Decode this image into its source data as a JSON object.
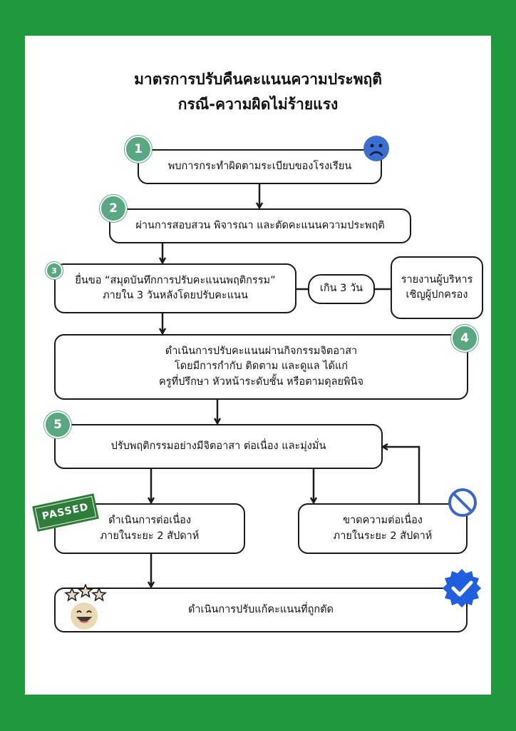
{
  "title": {
    "line1": "มาตรการปรับคืนคะแนนความประพฤติ",
    "line2": "กรณี-ความผิดไม่ร้ายแรง"
  },
  "steps": [
    {
      "number": "1",
      "text": [
        "พบการกระทำผิดตามระเบียบของโรงเรียน"
      ]
    },
    {
      "number": "2",
      "text": [
        "ผ่านการสอบสวน พิจารณา และตัดคะแนนความประพฤติ"
      ]
    },
    {
      "number": "3",
      "text": [
        "ยื่นขอ “สมุดบันทึกการปรับคะแนนพฤติกรรม”",
        "ภายใน 3 วันหลังโดยปรับคะแนน"
      ]
    },
    {
      "number": "4",
      "text": [
        "ดำเนินการปรับคะแนนผ่านกิจกรรมจิตอาสา",
        "โดยมีการกำกับ ติดตาม และดูแล ได้แก่",
        "ครูที่ปรึกษา หัวหน้าระดับชั้น หรือตามดุลยพินิจ"
      ]
    },
    {
      "number": "5",
      "text": [
        "ปรับพฤติกรรมอย่างมีจิตอาสา ต่อเนื่อง และมุ่งมั่น"
      ]
    }
  ],
  "late_label": "เกิน 3 วัน",
  "report_box": [
    "รายงานผู้บริหาร",
    "เชิญผู้ปกครอง"
  ],
  "continue_box": [
    "ดำเนินการต่อเนื่อง",
    "ภายในระยะ 2 สัปดาห์"
  ],
  "discontinue_box": [
    "ขาดความต่อเนื่อง",
    "ภายในระยะ 2 สัปดาห์"
  ],
  "final_box": [
    "ดำเนินการปรับแก้คะแนนที่ถูกตัด"
  ],
  "stamp_text": "PASSED",
  "icons": {
    "sad": "sad-face-icon",
    "prohibited": "prohibited-icon",
    "verified": "verified-check-icon",
    "happy": "happy-star-face-icon"
  },
  "colors": {
    "frame": "#1e9a3c",
    "badge": "#5aa882",
    "verified": "#1f5fe0",
    "sad": "#3d6fd1"
  }
}
